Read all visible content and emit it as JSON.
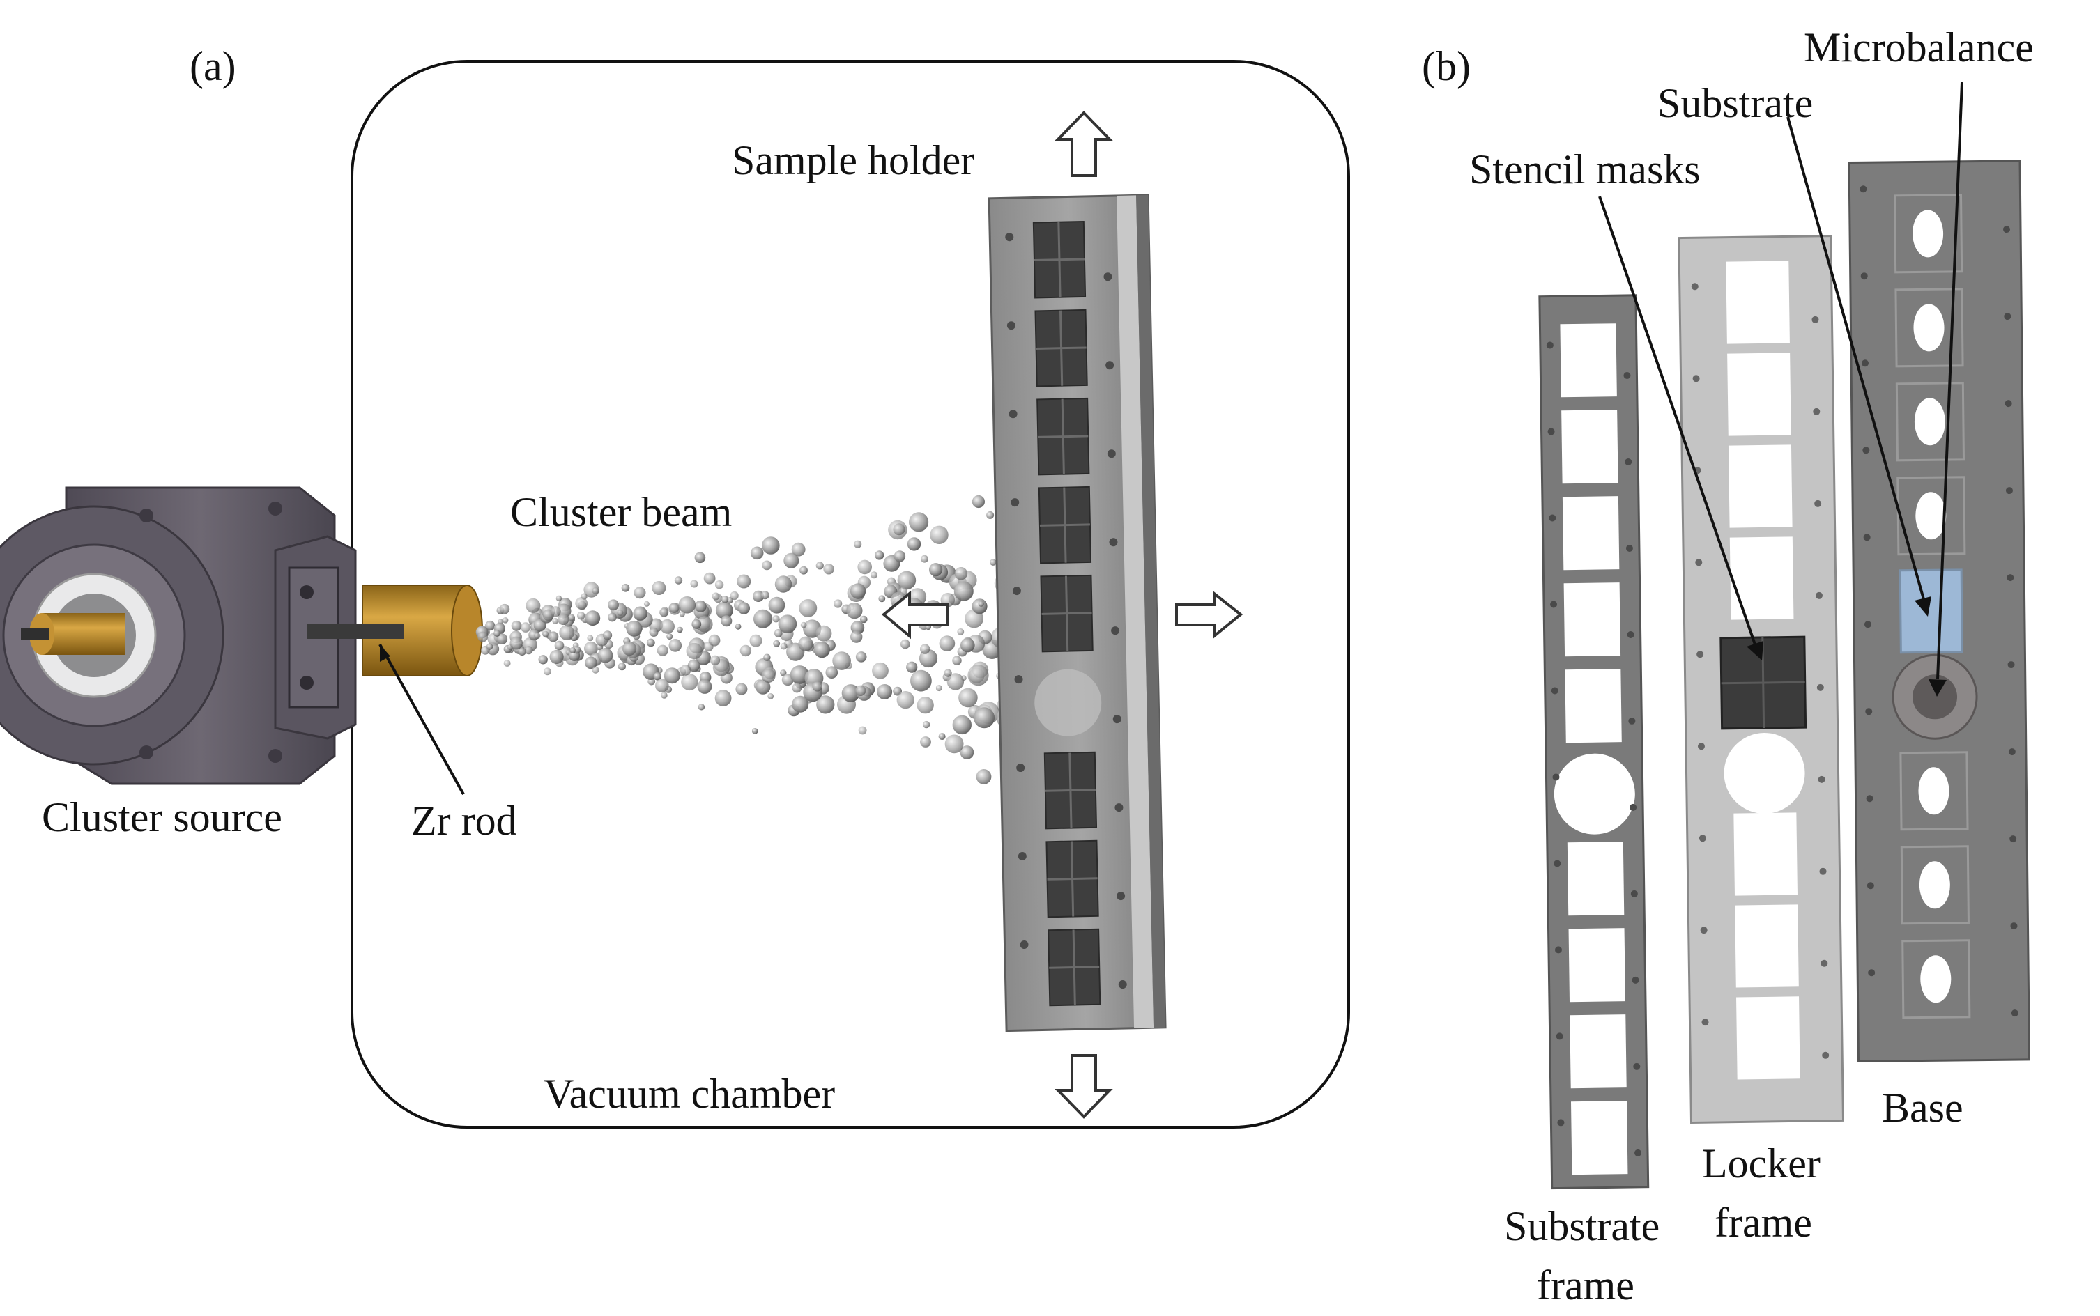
{
  "panels": {
    "a": {
      "label": "(a)",
      "sample_holder": "Sample holder",
      "cluster_beam": "Cluster beam",
      "cluster_source": "Cluster source",
      "zr_rod": "Zr rod",
      "vacuum_chamber": "Vacuum chamber"
    },
    "b": {
      "label": "(b)",
      "microbalance": "Microbalance",
      "substrate": "Substrate",
      "stencil_masks": "Stencil masks",
      "locker_frame_line1": "Locker",
      "locker_frame_line2": "frame",
      "substrate_frame_line1": "Substrate",
      "substrate_frame_line2": "frame",
      "base": "Base"
    }
  },
  "colors": {
    "frame_dark": "#7a7a7a",
    "frame_light": "#bdbdbd",
    "cluster_source_body": "#5f5a64",
    "brass": "#b8862b",
    "substrate_blue": "#9db8d6",
    "microbalance_ring": "#8c8888"
  },
  "icons": {
    "direction_arrows": "outlined-block-arrow-icon"
  }
}
